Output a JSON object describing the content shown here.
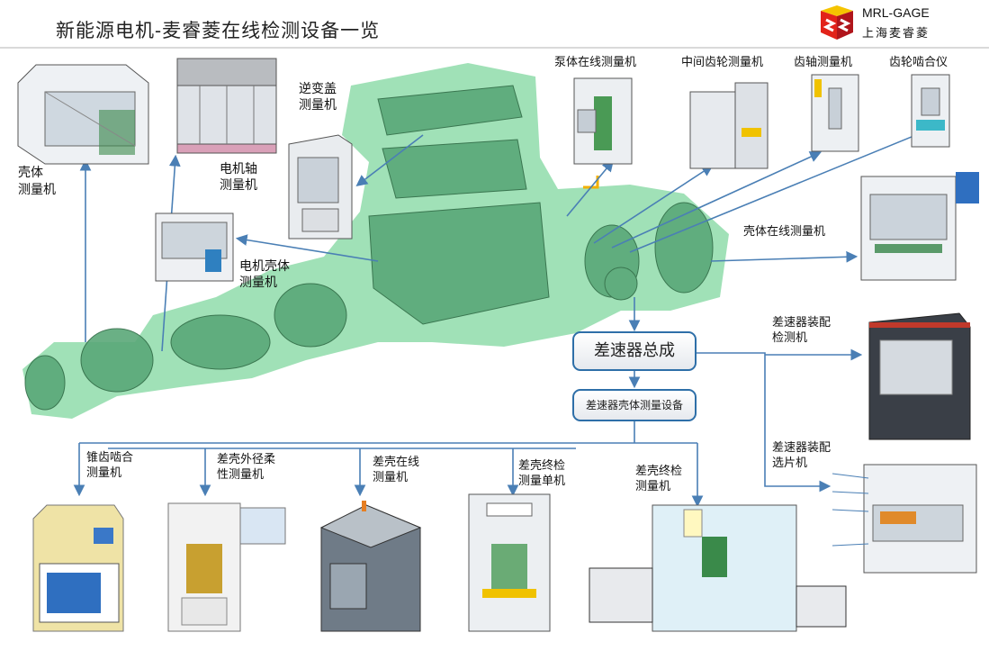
{
  "header": {
    "title": "新能源电机-麦睿菱在线检测设备一览",
    "brand_en": "MRL-GAGE",
    "brand_cn": "上海麦睿菱"
  },
  "center": {
    "diff_assembly": "差速器总成",
    "diff_housing_device": "差速器壳体测量设备"
  },
  "labels": {
    "housing_meas": "壳体\n测量机",
    "motor_shaft": "电机轴\n测量机",
    "inverter_cover": "逆变盖\n测量机",
    "motor_housing": "电机壳体\n测量机",
    "pump_inline": "泵体在线测量机",
    "mid_gear": "中间齿轮测量机",
    "gear_shaft": "齿轴测量机",
    "gear_mesh": "齿轮啮合仪",
    "housing_inline": "壳体在线测量机",
    "diff_assy_inspect": "差速器装配\n检测机",
    "diff_assy_shim": "差速器装配\n选片机",
    "bevel_mesh": "锥齿啮合\n测量机",
    "diff_flex": "差壳外径柔\n性测量机",
    "diff_inline": "差壳在线\n测量机",
    "diff_final_single": "差壳终检\n测量单机",
    "diff_final": "差壳终检\n测量机"
  },
  "colors": {
    "green_blob": "#8fdcaa",
    "arrow": "#4a7fb5",
    "box_border": "#2e6fa8"
  }
}
